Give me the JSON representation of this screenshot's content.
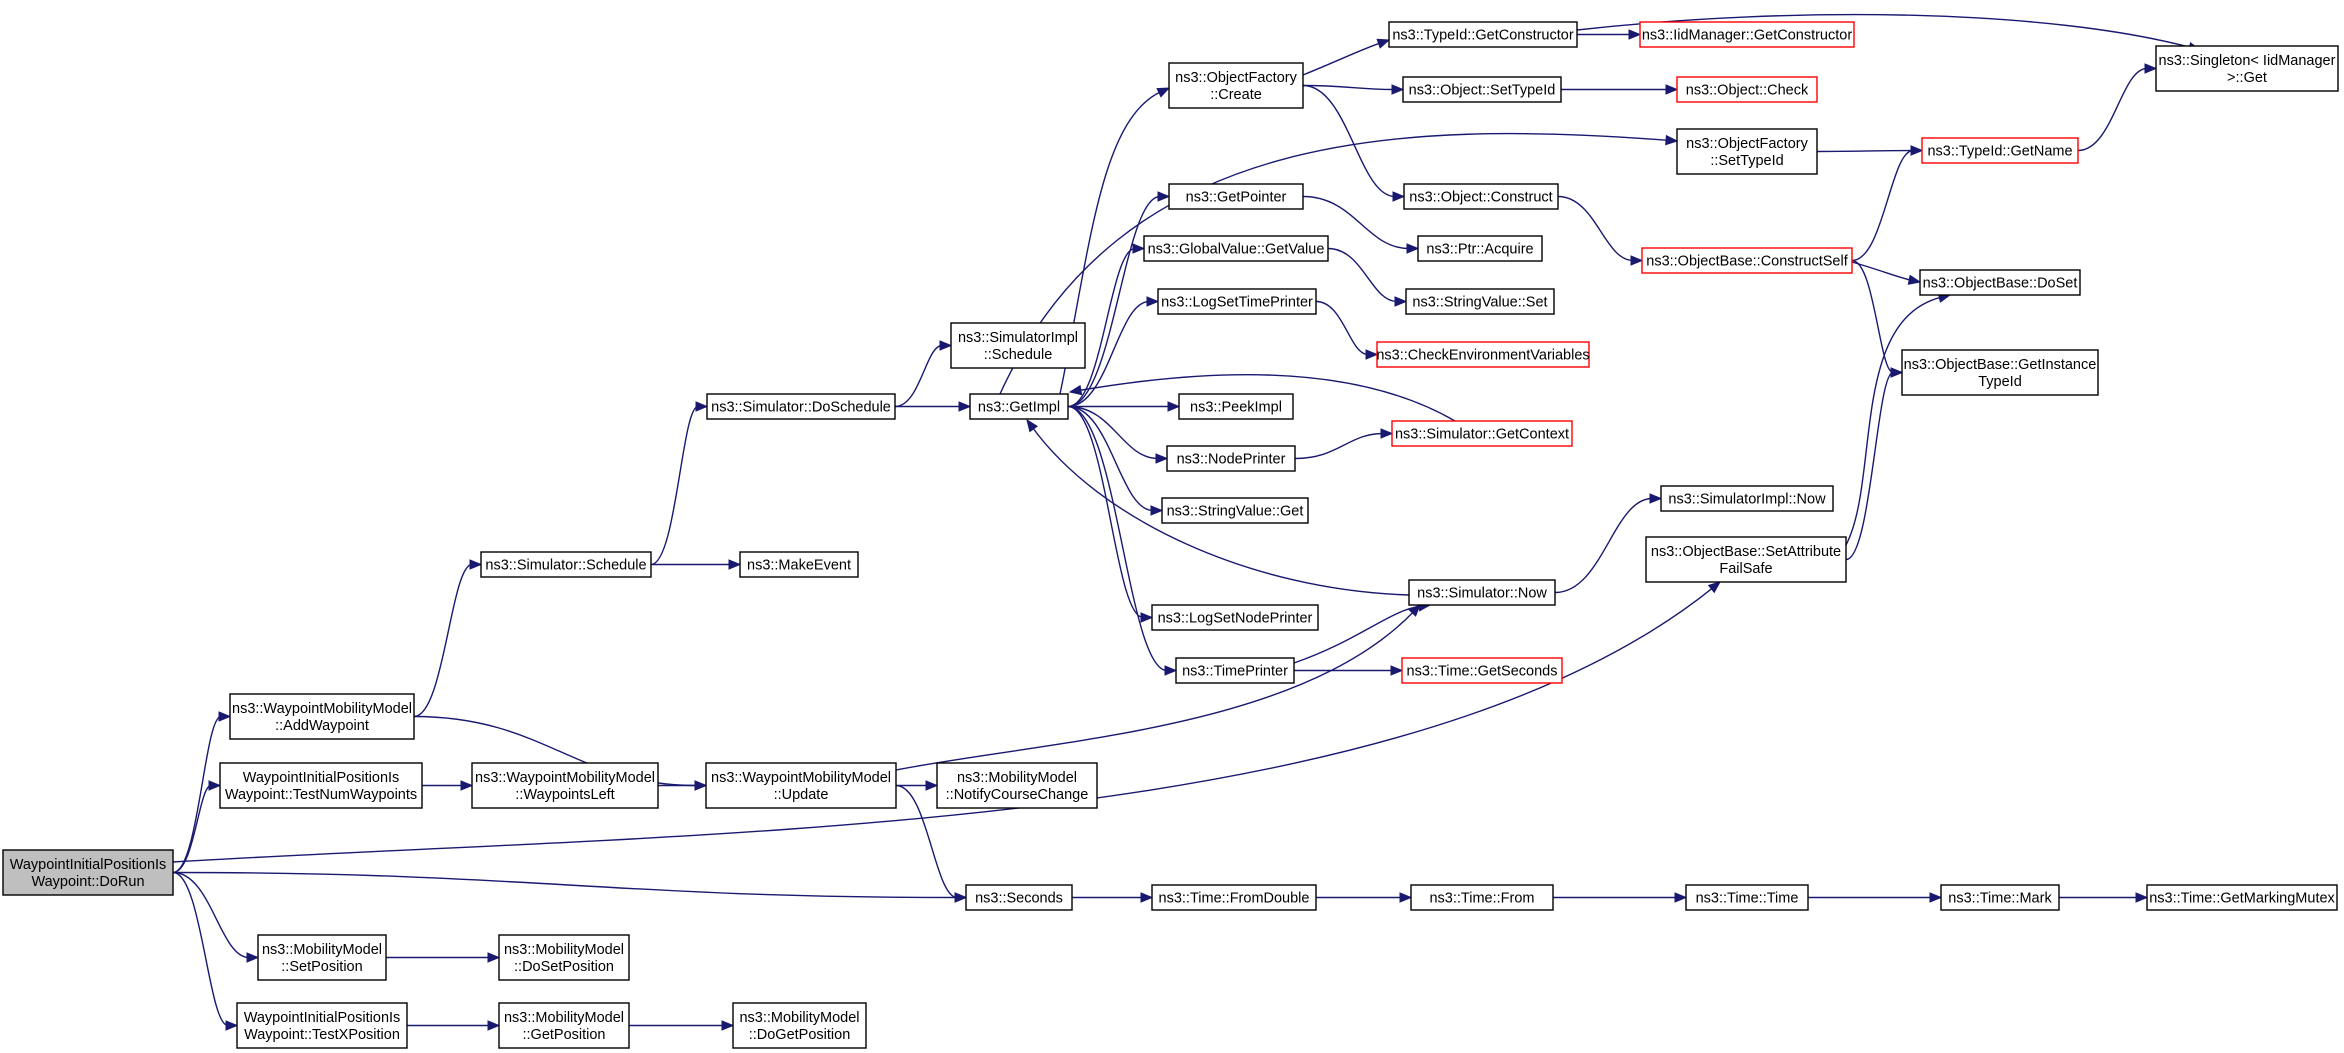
{
  "graph": {
    "edge_color": "#191970",
    "truncated_border_color": "#ff0000",
    "root_fill": "#bfbfbf",
    "nodes": [
      {
        "id": "root",
        "label": [
          "WaypointInitialPositionIs",
          "Waypoint::DoRun"
        ],
        "role": "root"
      },
      {
        "id": "addWaypoint",
        "label": [
          "ns3::WaypointMobilityModel",
          "::AddWaypoint"
        ]
      },
      {
        "id": "testNum",
        "label": [
          "WaypointInitialPositionIs",
          "Waypoint::TestNumWaypoints"
        ]
      },
      {
        "id": "mmSetPos",
        "label": [
          "ns3::MobilityModel",
          "::SetPosition"
        ]
      },
      {
        "id": "testX",
        "label": [
          "WaypointInitialPositionIs",
          "Waypoint::TestXPosition"
        ]
      },
      {
        "id": "schedule",
        "label": [
          "ns3::Simulator::Schedule"
        ]
      },
      {
        "id": "wpLeft",
        "label": [
          "ns3::WaypointMobilityModel",
          "::WaypointsLeft"
        ]
      },
      {
        "id": "mmDoSetPos",
        "label": [
          "ns3::MobilityModel",
          "::DoSetPosition"
        ]
      },
      {
        "id": "mmGetPos",
        "label": [
          "ns3::MobilityModel",
          "::GetPosition"
        ]
      },
      {
        "id": "doSchedule",
        "label": [
          "ns3::Simulator::DoSchedule"
        ]
      },
      {
        "id": "makeEvent",
        "label": [
          "ns3::MakeEvent"
        ]
      },
      {
        "id": "update",
        "label": [
          "ns3::WaypointMobilityModel",
          "::Update"
        ]
      },
      {
        "id": "mmDoGetPos",
        "label": [
          "ns3::MobilityModel",
          "::DoGetPosition"
        ]
      },
      {
        "id": "simImplSchedule",
        "label": [
          "ns3::SimulatorImpl",
          "::Schedule"
        ]
      },
      {
        "id": "getImpl",
        "label": [
          "ns3::GetImpl"
        ]
      },
      {
        "id": "notify",
        "label": [
          "ns3::MobilityModel",
          "::NotifyCourseChange"
        ]
      },
      {
        "id": "seconds",
        "label": [
          "ns3::Seconds"
        ]
      },
      {
        "id": "ofCreate",
        "label": [
          "ns3::ObjectFactory",
          "::Create"
        ]
      },
      {
        "id": "getPointer",
        "label": [
          "ns3::GetPointer"
        ]
      },
      {
        "id": "gvGetValue",
        "label": [
          "ns3::GlobalValue::GetValue"
        ]
      },
      {
        "id": "logSetTime",
        "label": [
          "ns3::LogSetTimePrinter"
        ]
      },
      {
        "id": "peekImpl",
        "label": [
          "ns3::PeekImpl"
        ]
      },
      {
        "id": "nodePrinter",
        "label": [
          "ns3::NodePrinter"
        ]
      },
      {
        "id": "svGet",
        "label": [
          "ns3::StringValue::Get"
        ]
      },
      {
        "id": "logSetNode",
        "label": [
          "ns3::LogSetNodePrinter"
        ]
      },
      {
        "id": "timePrinter",
        "label": [
          "ns3::TimePrinter"
        ]
      },
      {
        "id": "fromDouble",
        "label": [
          "ns3::Time::FromDouble"
        ]
      },
      {
        "id": "tidGetCtor",
        "label": [
          "ns3::TypeId::GetConstructor"
        ]
      },
      {
        "id": "objSetTid",
        "label": [
          "ns3::Object::SetTypeId"
        ]
      },
      {
        "id": "objConstruct",
        "label": [
          "ns3::Object::Construct"
        ]
      },
      {
        "id": "ptrAcquire",
        "label": [
          "ns3::Ptr::Acquire"
        ]
      },
      {
        "id": "svSet",
        "label": [
          "ns3::StringValue::Set"
        ]
      },
      {
        "id": "checkEnv",
        "label": [
          "ns3::CheckEnvironmentVariables"
        ],
        "truncated": true
      },
      {
        "id": "simGetContext",
        "label": [
          "ns3::Simulator::GetContext"
        ],
        "truncated": true
      },
      {
        "id": "simNow",
        "label": [
          "ns3::Simulator::Now"
        ]
      },
      {
        "id": "timeGetSeconds",
        "label": [
          "ns3::Time::GetSeconds"
        ],
        "truncated": true
      },
      {
        "id": "timeFrom",
        "label": [
          "ns3::Time::From"
        ]
      },
      {
        "id": "iidGetCtor",
        "label": [
          "ns3::IidManager::GetConstructor"
        ],
        "truncated": true
      },
      {
        "id": "objCheck",
        "label": [
          "ns3::Object::Check"
        ],
        "truncated": true
      },
      {
        "id": "ofSetTid",
        "label": [
          "ns3::ObjectFactory",
          "::SetTypeId"
        ]
      },
      {
        "id": "obConstructSelf",
        "label": [
          "ns3::ObjectBase::ConstructSelf"
        ],
        "truncated": true
      },
      {
        "id": "simImplNow",
        "label": [
          "ns3::SimulatorImpl::Now"
        ]
      },
      {
        "id": "obSetAttr",
        "label": [
          "ns3::ObjectBase::SetAttribute",
          "FailSafe"
        ]
      },
      {
        "id": "timeTime",
        "label": [
          "ns3::Time::Time"
        ]
      },
      {
        "id": "tidGetName",
        "label": [
          "ns3::TypeId::GetName"
        ],
        "truncated": true
      },
      {
        "id": "obDoSet",
        "label": [
          "ns3::ObjectBase::DoSet"
        ]
      },
      {
        "id": "obGetInstTid",
        "label": [
          "ns3::ObjectBase::GetInstance",
          "TypeId"
        ]
      },
      {
        "id": "timeMark",
        "label": [
          "ns3::Time::Mark"
        ]
      },
      {
        "id": "singletonGet",
        "label": [
          "ns3::Singleton< IidManager",
          " >::Get"
        ]
      },
      {
        "id": "getMarkingMutex",
        "label": [
          "ns3::Time::GetMarkingMutex"
        ]
      }
    ],
    "edges": [
      [
        "root",
        "addWaypoint"
      ],
      [
        "root",
        "testNum"
      ],
      [
        "root",
        "obSetAttr"
      ],
      [
        "root",
        "seconds"
      ],
      [
        "root",
        "mmSetPos"
      ],
      [
        "root",
        "testX"
      ],
      [
        "addWaypoint",
        "schedule"
      ],
      [
        "addWaypoint",
        "update"
      ],
      [
        "testNum",
        "wpLeft"
      ],
      [
        "wpLeft",
        "update"
      ],
      [
        "mmSetPos",
        "mmDoSetPos"
      ],
      [
        "testX",
        "mmGetPos"
      ],
      [
        "mmGetPos",
        "mmDoGetPos"
      ],
      [
        "schedule",
        "doSchedule"
      ],
      [
        "schedule",
        "makeEvent"
      ],
      [
        "doSchedule",
        "simImplSchedule"
      ],
      [
        "doSchedule",
        "getImpl"
      ],
      [
        "update",
        "notify"
      ],
      [
        "update",
        "seconds"
      ],
      [
        "update",
        "simNow"
      ],
      [
        "getImpl",
        "ofCreate"
      ],
      [
        "getImpl",
        "getPointer"
      ],
      [
        "getImpl",
        "gvGetValue"
      ],
      [
        "getImpl",
        "logSetTime"
      ],
      [
        "getImpl",
        "peekImpl"
      ],
      [
        "getImpl",
        "nodePrinter"
      ],
      [
        "getImpl",
        "svGet"
      ],
      [
        "getImpl",
        "logSetNode"
      ],
      [
        "getImpl",
        "timePrinter"
      ],
      [
        "getImpl",
        "ofSetTid"
      ],
      [
        "ofCreate",
        "tidGetCtor"
      ],
      [
        "ofCreate",
        "objSetTid"
      ],
      [
        "ofCreate",
        "objConstruct"
      ],
      [
        "tidGetCtor",
        "iidGetCtor"
      ],
      [
        "tidGetCtor",
        "singletonGet"
      ],
      [
        "objSetTid",
        "objCheck"
      ],
      [
        "ofSetTid",
        "tidGetName"
      ],
      [
        "tidGetName",
        "singletonGet"
      ],
      [
        "objConstruct",
        "obConstructSelf"
      ],
      [
        "obConstructSelf",
        "tidGetName"
      ],
      [
        "obConstructSelf",
        "obDoSet"
      ],
      [
        "obConstructSelf",
        "obGetInstTid"
      ],
      [
        "obSetAttr",
        "obDoSet"
      ],
      [
        "obSetAttr",
        "obGetInstTid"
      ],
      [
        "getPointer",
        "ptrAcquire"
      ],
      [
        "gvGetValue",
        "svSet"
      ],
      [
        "logSetTime",
        "checkEnv"
      ],
      [
        "nodePrinter",
        "simGetContext"
      ],
      [
        "simGetContext",
        "getImpl"
      ],
      [
        "simNow",
        "getImpl"
      ],
      [
        "simNow",
        "simImplNow"
      ],
      [
        "timePrinter",
        "simNow"
      ],
      [
        "timePrinter",
        "timeGetSeconds"
      ],
      [
        "seconds",
        "fromDouble"
      ],
      [
        "fromDouble",
        "timeFrom"
      ],
      [
        "timeFrom",
        "timeTime"
      ],
      [
        "timeTime",
        "timeMark"
      ],
      [
        "timeMark",
        "getMarkingMutex"
      ]
    ]
  }
}
